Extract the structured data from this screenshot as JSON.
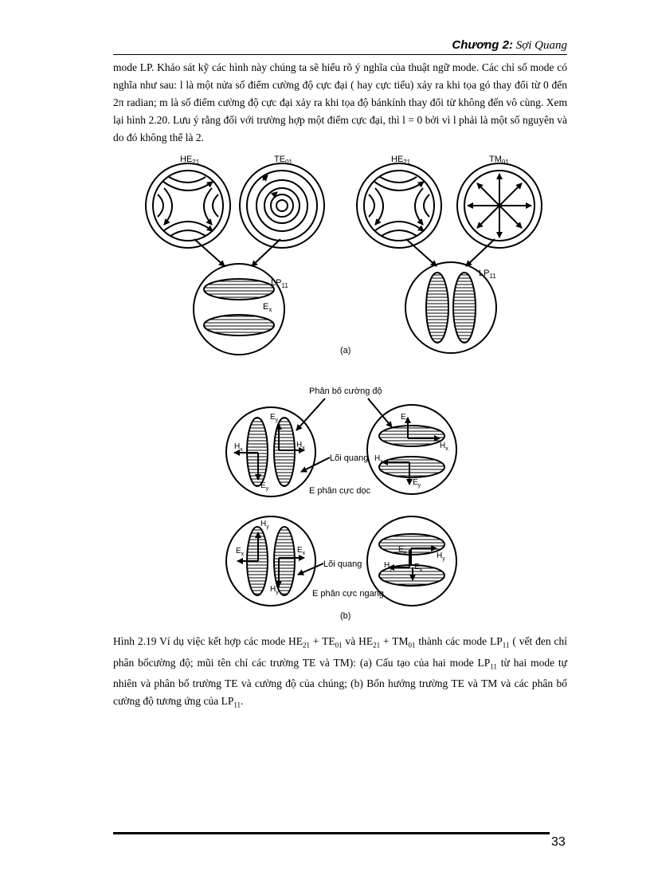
{
  "header": {
    "chapter": "Chương 2:",
    "title": "Sợi Quang"
  },
  "paragraph": "mode LP. Khảo sát kỹ các hình này chúng ta sẽ hiểu rõ ý nghĩa của thuật ngữ mode. Các chỉ số mode có nghĩa như sau: l là một nửa số điểm cường độ cực đại ( hay cực tiểu) xảy ra khi tọa gó thay đổi từ 0 đến 2π radian; m là số điểm cường độ cực đại  xảy ra khi tọa độ bánkính thay đổi từ không đến vô cùng. Xem lại hình 2.20. Lưu ý rằng đối với trường hợp một điểm cực đại, thì l = 0 bởi vì l phải là một số nguyên và do đó không thể là 2.",
  "figure_a": {
    "he21_left": "HE",
    "te01": "TE",
    "he21_right": "HE",
    "tm01": "TM",
    "sub_21": "21",
    "sub_01": "01",
    "lp11_left": "LP",
    "lp11_right": "LP",
    "sub_11": "11",
    "ex": "E",
    "sub_x": "x",
    "label": "(a)"
  },
  "figure_b": {
    "intensity": "Phân bố cường độ",
    "core1": "Lõi quang",
    "core2": "Lõi quang",
    "e_vertical": "E phân cực dọc",
    "e_horizontal": "E phân cực ngang",
    "label": "(b)",
    "E": "E",
    "H": "H",
    "x": "x",
    "y": "y"
  },
  "caption": {
    "p1": "Hình 2.19 Ví dụ việc kết hợp các mode HE",
    "s1": "21",
    "p2": " + TE",
    "s2": "01",
    "p3": " và HE",
    "s3": "21",
    "p4": " + TM",
    "s4": "01",
    "p5": " thành các mode LP",
    "s5": "11",
    "p6": " ( vết đen chỉ phân bốcường độ; mũi tên chỉ các trường TE và TM): (a) Cấu tạo của hai mode LP",
    "s6": "11",
    "p7": " từ hai mode tự nhiên và phân bố trường TE và cường độ của chúng; (b) Bốn hướng trường TE và TM và các phân bố cường độ tương ứng của LP",
    "s7": "11",
    "p8": "."
  },
  "page_number": "33"
}
